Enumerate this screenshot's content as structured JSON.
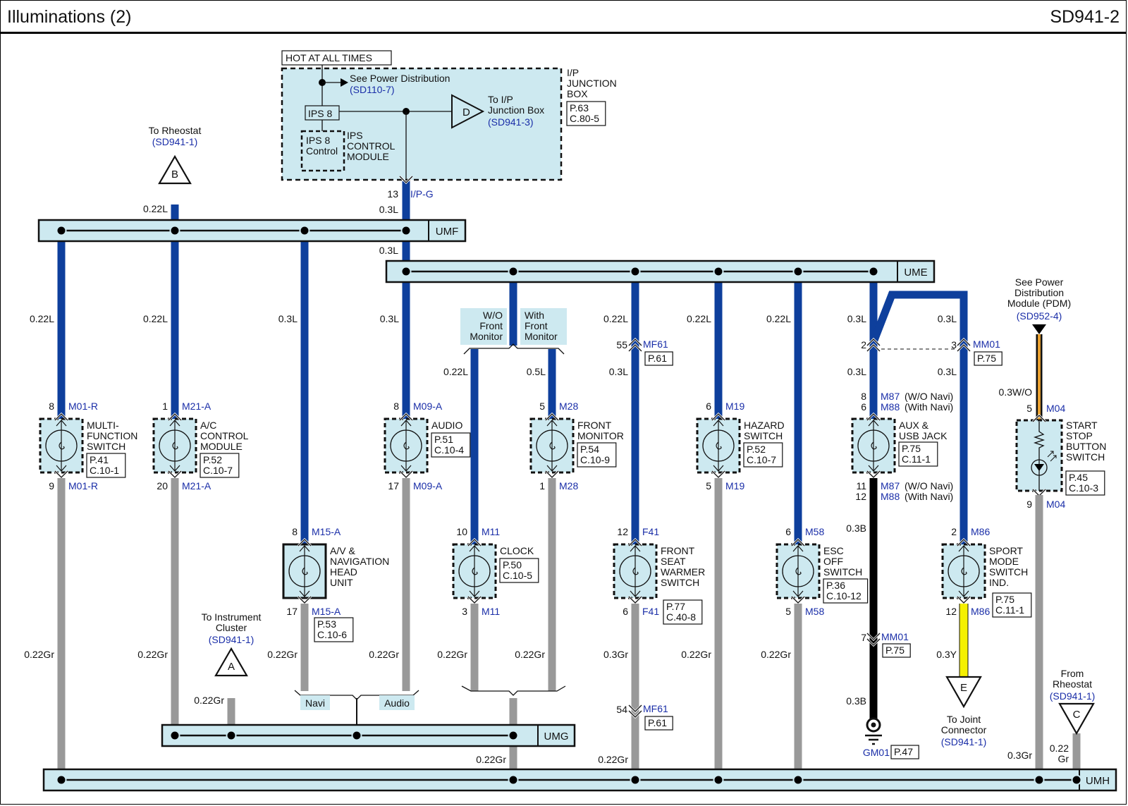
{
  "header": {
    "title": "Illuminations (2)",
    "code": "SD941-2"
  },
  "colors": {
    "wire_blue": "#0e3f9c",
    "wire_gray": "#999999",
    "wire_black": "#000000",
    "wire_yellow": "#f5f000",
    "wire_orange": "#e8a030",
    "panel_fill": "#cde9f0",
    "ref_text": "#1a2ea8"
  },
  "junction_box": {
    "hot_label": "HOT AT ALL TIMES",
    "name_lines": [
      "I/P",
      "JUNCTION",
      "BOX"
    ],
    "page_ref": [
      "P.63",
      "C.80-5"
    ],
    "power_dist_label": "See Power Distribution",
    "power_dist_ref": "(SD110-7)",
    "fuse_label": "IPS 8",
    "control_label_lines": [
      "IPS 8",
      "Control"
    ],
    "control_module_lines": [
      "IPS",
      "CONTROL",
      "MODULE"
    ],
    "connector_d_letter": "D",
    "connector_d_lines": [
      "To I/P",
      "Junction Box"
    ],
    "connector_d_ref": "(SD941-3)",
    "output_pin": "13",
    "output_connector": "I/P-G"
  },
  "connectors": {
    "B": {
      "letter": "B",
      "label": "To Rheostat",
      "ref": "(SD941-1)"
    },
    "A": {
      "letter": "A",
      "label_lines": [
        "To Instrument",
        "Cluster"
      ],
      "ref": "(SD941-1)"
    },
    "E": {
      "letter": "E",
      "label_lines": [
        "To Joint",
        "Connector"
      ],
      "ref": "(SD941-1)"
    },
    "C": {
      "letter": "C",
      "label_lines": [
        "From",
        "Rheostat"
      ],
      "ref": "(SD941-1)"
    },
    "PDM": {
      "label_lines": [
        "See Power",
        "Distribution",
        "Module (PDM)"
      ],
      "ref": "(SD952-4)"
    }
  },
  "splices": {
    "UMF": "UMF",
    "UME": "UME",
    "UMG": "UMG",
    "UMH": "UMH"
  },
  "wire_labels": {
    "b_to_umf": "0.22L",
    "ipg_to_umf": "0.3L",
    "umf_to_ume": "0.3L",
    "multi_top": "0.22L",
    "ac_top": "0.22L",
    "av_top": "0.3L",
    "audio_top": "0.3L",
    "clock_top": "0.22L",
    "front_mon_top": "0.5L",
    "seat_top_a": "0.22L",
    "seat_top_b": "0.3L",
    "hazard_top": "0.22L",
    "esc_top": "0.22L",
    "aux_top_a": "0.3L",
    "aux_top_b": "0.3L",
    "sport_top_a": "0.3L",
    "sport_top_b": "0.3L",
    "start_top": "0.3W/O",
    "multi_bot": "0.22Gr",
    "ac_bot": "0.22Gr",
    "a_bot": "0.22Gr",
    "av_bot": "0.22Gr",
    "audio_bot": "0.22Gr",
    "clock_bot": "0.22Gr",
    "front_mon_bot": "0.22Gr",
    "umg_to_umh": "0.22Gr",
    "seat_bot_a": "0.3Gr",
    "seat_bot_b": "0.22Gr",
    "hazard_bot": "0.22Gr",
    "esc_bot": "0.22Gr",
    "aux_bot_a": "0.3B",
    "aux_bot_b": "0.3B",
    "sport_bot": "0.3Y",
    "start_bot": "0.3Gr",
    "c_bot_lines": [
      "0.22",
      "Gr"
    ]
  },
  "option_labels": {
    "wo_front_monitor": [
      "W/O",
      "Front",
      "Monitor"
    ],
    "with_front_monitor": [
      "With",
      "Front",
      "Monitor"
    ],
    "navi": "Navi",
    "audio": "Audio"
  },
  "inline_connectors": {
    "mf61_top": {
      "pin": "55",
      "name": "MF61",
      "page": "P.61"
    },
    "mf61_bot": {
      "pin": "54",
      "name": "MF61",
      "page": "P.61"
    },
    "mm01_a": {
      "pin": "2"
    },
    "mm01_b": {
      "pin": "3",
      "name": "MM01",
      "page": "P.75"
    },
    "mm01_gnd": {
      "pin": "7",
      "name": "MM01",
      "page": "P.75"
    }
  },
  "ground": {
    "name": "GM01",
    "page": "P.47"
  },
  "components": [
    {
      "id": "multi",
      "name_lines": [
        "MULTI-",
        "FUNCTION",
        "SWITCH"
      ],
      "page": [
        "P.41",
        "C.10-1"
      ],
      "pin_top": "8",
      "conn_top": "M01-R",
      "pin_bot": "9",
      "conn_bot": "M01-R"
    },
    {
      "id": "ac",
      "name_lines": [
        "A/C",
        "CONTROL",
        "MODULE"
      ],
      "page": [
        "P.52",
        "C.10-7"
      ],
      "pin_top": "1",
      "conn_top": "M21-A",
      "pin_bot": "20",
      "conn_bot": "M21-A"
    },
    {
      "id": "av",
      "name_lines": [
        "A/V &",
        "NAVIGATION",
        "HEAD",
        "UNIT"
      ],
      "page": [
        "P.53",
        "C.10-6"
      ],
      "pin_top": "8",
      "conn_top": "M15-A",
      "pin_bot": "17",
      "conn_bot": "M15-A"
    },
    {
      "id": "audio",
      "name_lines": [
        "AUDIO"
      ],
      "page": [
        "P.51",
        "C.10-4"
      ],
      "pin_top": "8",
      "conn_top": "M09-A",
      "pin_bot": "17",
      "conn_bot": "M09-A"
    },
    {
      "id": "clock",
      "name_lines": [
        "CLOCK"
      ],
      "page": [
        "P.50",
        "C.10-5"
      ],
      "pin_top": "10",
      "conn_top": "M11",
      "pin_bot": "3",
      "conn_bot": "M11"
    },
    {
      "id": "frontmon",
      "name_lines": [
        "FRONT",
        "MONITOR"
      ],
      "page": [
        "P.54",
        "C.10-9"
      ],
      "pin_top": "5",
      "conn_top": "M28",
      "pin_bot": "1",
      "conn_bot": "M28"
    },
    {
      "id": "seat",
      "name_lines": [
        "FRONT",
        "SEAT",
        "WARMER",
        "SWITCH"
      ],
      "page": [
        "P.77",
        "C.40-8"
      ],
      "pin_top": "12",
      "conn_top": "F41",
      "pin_bot": "6",
      "conn_bot": "F41"
    },
    {
      "id": "hazard",
      "name_lines": [
        "HAZARD",
        "SWITCH"
      ],
      "page": [
        "P.52",
        "C.10-7"
      ],
      "pin_top": "6",
      "conn_top": "M19",
      "pin_bot": "5",
      "conn_bot": "M19"
    },
    {
      "id": "esc",
      "name_lines": [
        "ESC",
        "OFF",
        "SWITCH"
      ],
      "page": [
        "P.36",
        "C.10-12"
      ],
      "pin_top": "6",
      "conn_top": "M58",
      "pin_bot": "5",
      "conn_bot": "M58"
    },
    {
      "id": "aux",
      "name_lines": [
        "AUX &",
        "USB JACK"
      ],
      "page": [
        "P.75",
        "C.11-1"
      ],
      "pin_top_lines": [
        "8",
        "6"
      ],
      "conn_top_lines": [
        "M87",
        "M88"
      ],
      "conn_top_notes": [
        "(W/O Navi)",
        "(With Navi)"
      ],
      "pin_bot_lines": [
        "11",
        "12"
      ],
      "conn_bot_lines": [
        "M87",
        "M88"
      ],
      "conn_bot_notes": [
        "(W/O Navi)",
        "(With Navi)"
      ]
    },
    {
      "id": "sport",
      "name_lines": [
        "SPORT",
        "MODE",
        "SWITCH",
        "IND."
      ],
      "page": [
        "P.75",
        "C.11-1"
      ],
      "pin_top": "2",
      "conn_top": "M86",
      "pin_bot": "12",
      "conn_bot": "M86"
    },
    {
      "id": "startstop",
      "name_lines": [
        "START",
        "STOP",
        "BUTTON",
        "SWITCH"
      ],
      "page": [
        "P.45",
        "C.10-3"
      ],
      "pin_top": "5",
      "conn_top": "M04",
      "pin_bot": "9",
      "conn_bot": "M04"
    }
  ]
}
